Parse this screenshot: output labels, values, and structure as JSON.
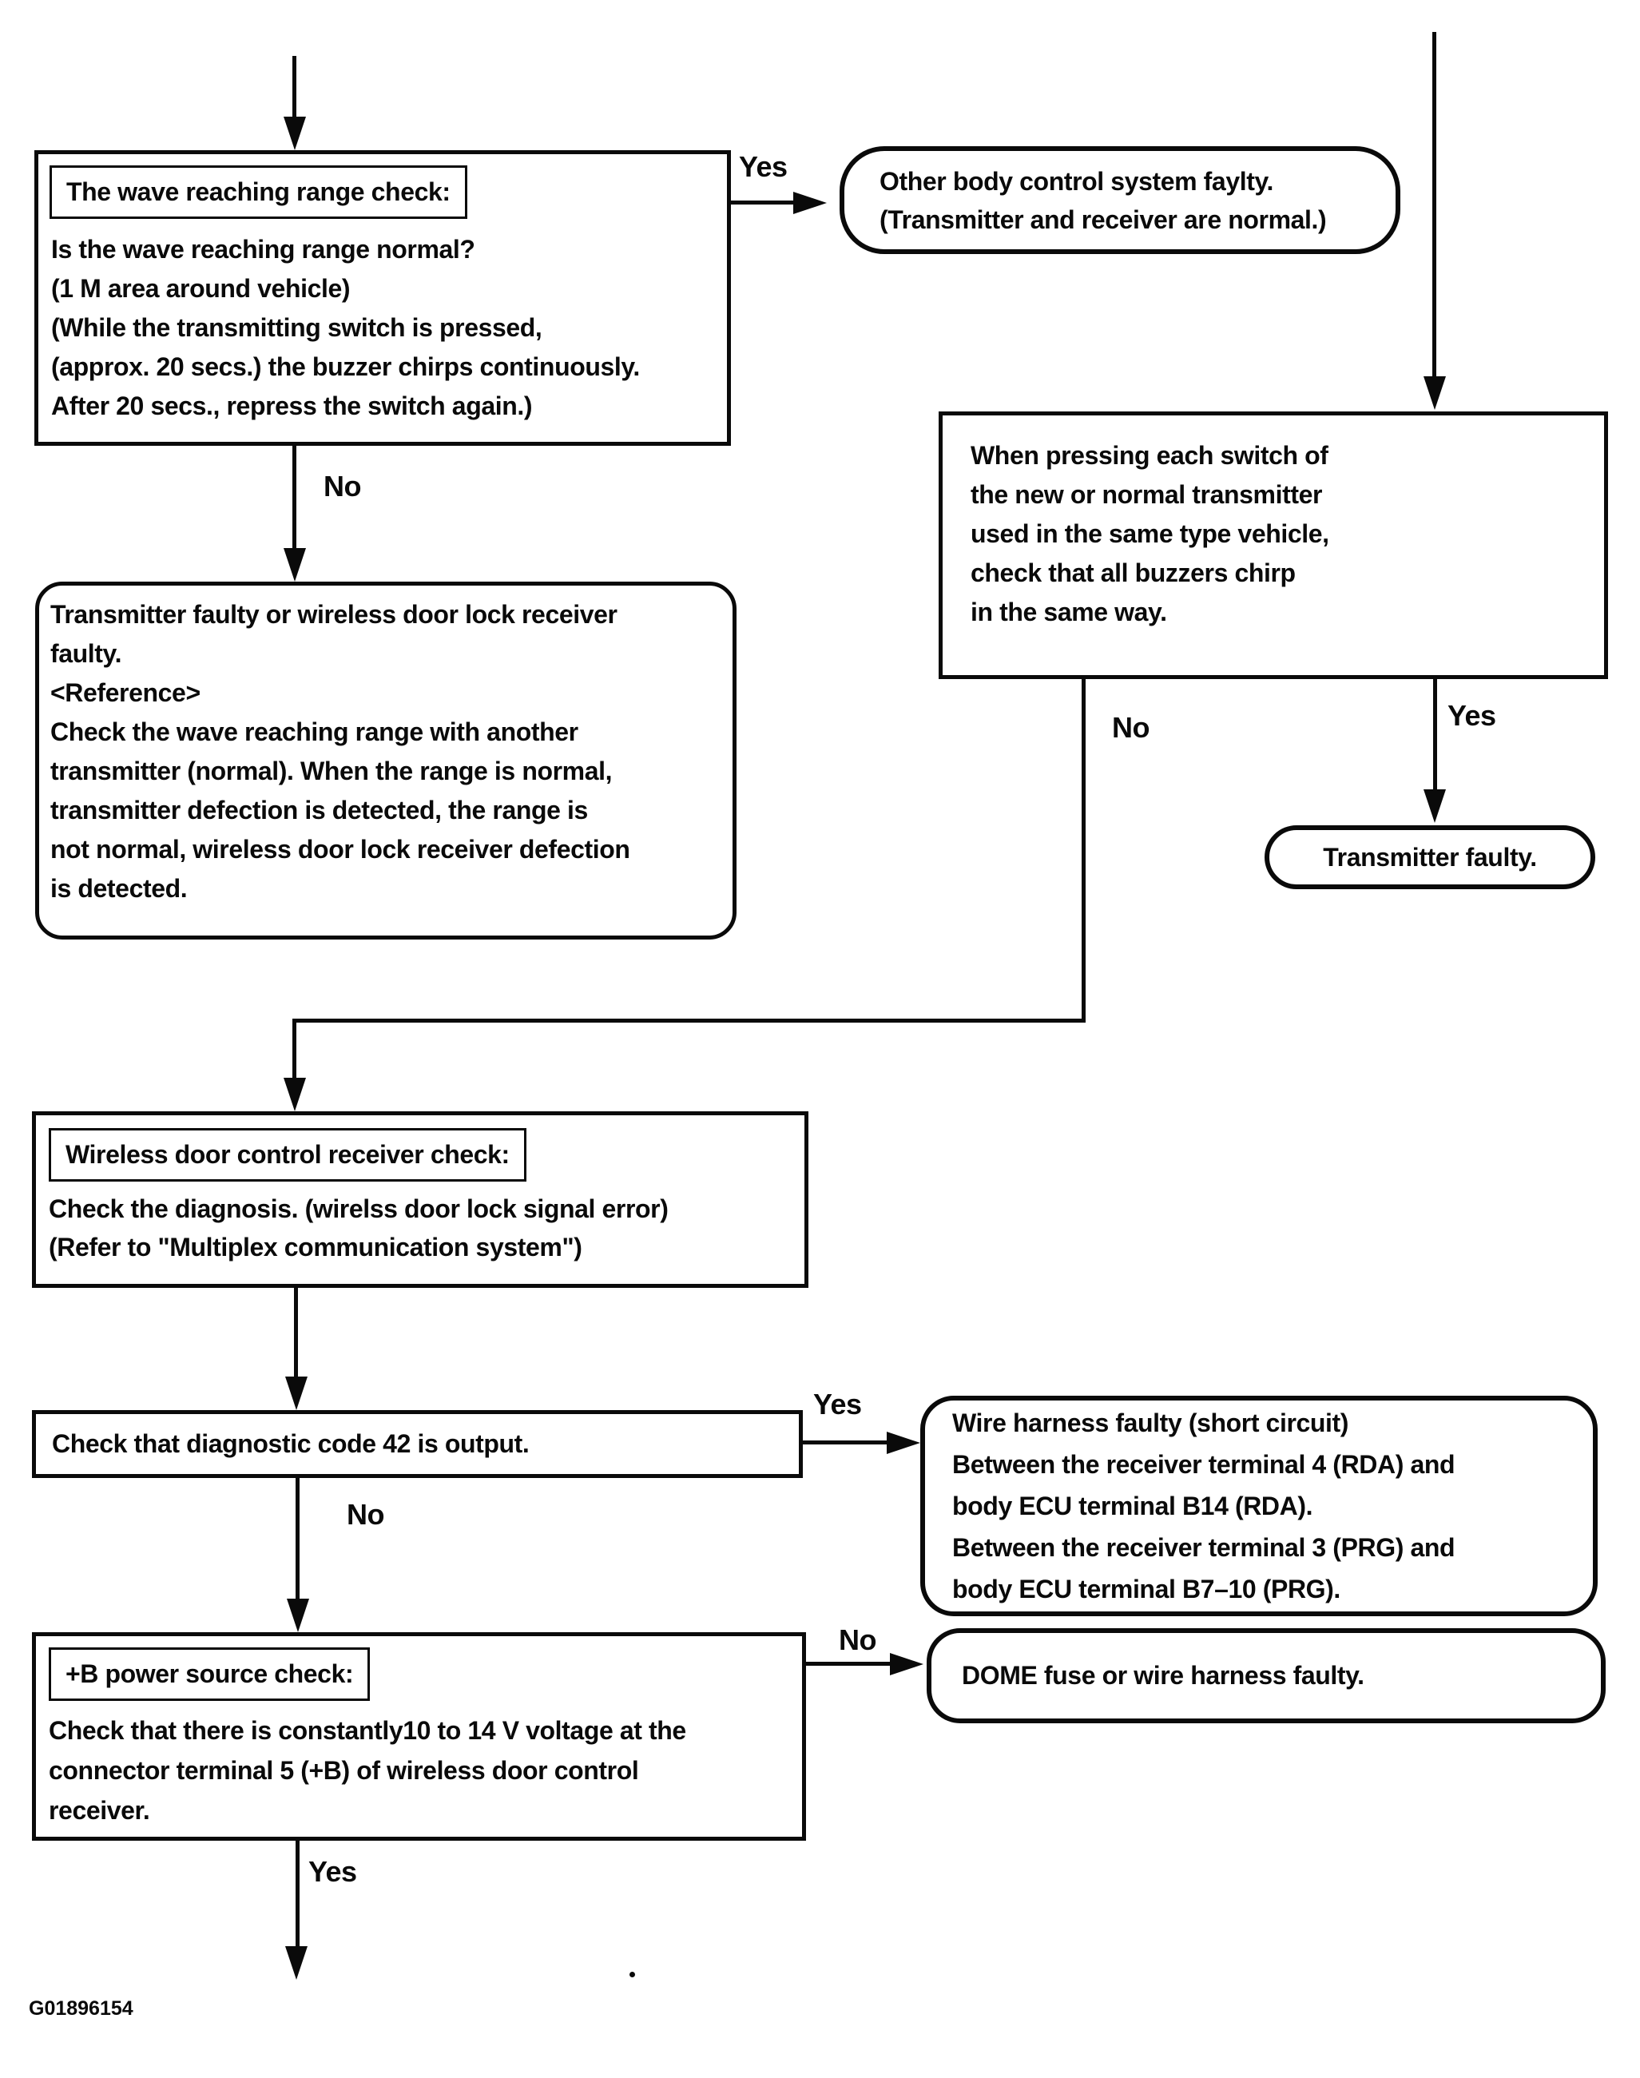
{
  "page": {
    "background": "#ffffff",
    "ink": "#0a0a0a",
    "figure_code": "G01896154"
  },
  "labels": {
    "yes": "Yes",
    "no": "No"
  },
  "nodes": {
    "wave_check": {
      "title": "The wave reaching range check:",
      "lines": [
        "Is the wave reaching range normal?",
        "(1 M area around vehicle)",
        "(While the transmitting switch is pressed,",
        "(approx. 20 secs.) the buzzer chirps continuously.",
        "After 20 secs., repress the switch again.)"
      ]
    },
    "other_body_fault": {
      "lines": [
        "Other body control system faylty.",
        "(Transmitter and receiver are normal.)"
      ]
    },
    "when_pressing": {
      "lines": [
        "When pressing each switch of",
        "the new or normal transmitter",
        "used in the same type vehicle,",
        "check that all buzzers chirp",
        "in the same way."
      ]
    },
    "transmitter_faulty": {
      "label": "Transmitter faulty."
    },
    "tx_or_rx_faulty": {
      "lines": [
        "Transmitter faulty or wireless door lock receiver",
        "faulty.",
        "<Reference>",
        "Check the wave reaching range with another",
        "transmitter (normal). When the range is normal,",
        "transmitter defection is detected, the range is",
        "not normal, wireless door lock receiver defection",
        "is detected."
      ]
    },
    "receiver_check": {
      "title": "Wireless door control receiver check:",
      "lines": [
        "Check the diagnosis. (wirelss door lock signal error)",
        "(Refer to \"Multiplex communication system\")"
      ]
    },
    "code42_check": {
      "label": "Check that diagnostic code 42 is output."
    },
    "wire_harness_fault": {
      "lines": [
        "Wire harness faulty (short circuit)",
        "Between the receiver terminal 4 (RDA) and",
        "body ECU terminal B14 (RDA).",
        "Between the receiver terminal 3 (PRG) and",
        "body ECU terminal B7–10 (PRG)."
      ]
    },
    "b_power_check": {
      "title": "+B power source check:",
      "lines": [
        "Check that there is constantly10 to 14 V voltage at the",
        "connector terminal 5 (+B) of wireless door control",
        "receiver."
      ]
    },
    "dome_fuse": {
      "label": "DOME fuse or wire harness faulty."
    }
  }
}
